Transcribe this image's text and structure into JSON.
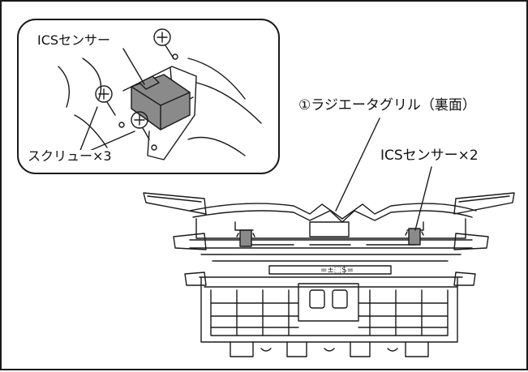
{
  "labels": {
    "grille": "①ラジエータグリル（裏面）",
    "sensors": "ICSセンサー×2",
    "inset_sensor": "ICSセンサー",
    "inset_screws": "スクリュー×3"
  },
  "colors": {
    "line": "#1a1a1a",
    "sensor_fill": "#8a8a8a",
    "background": "#ffffff"
  }
}
